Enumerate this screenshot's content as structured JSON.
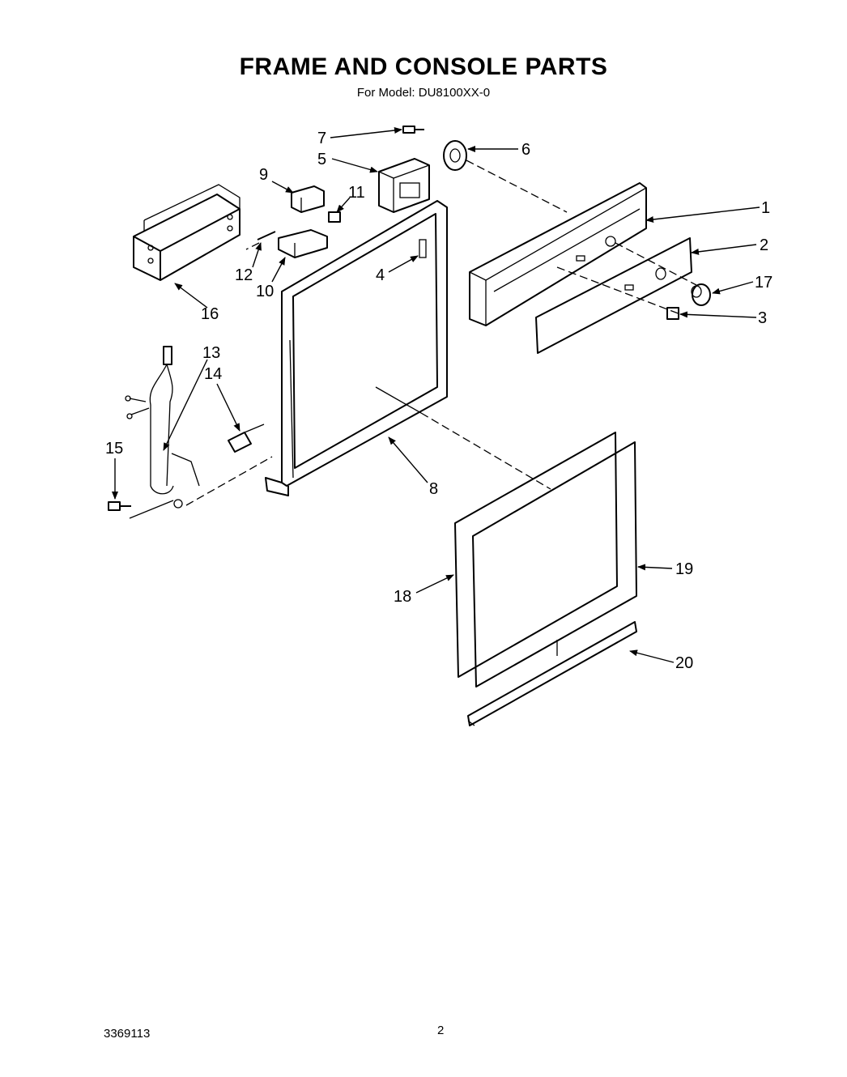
{
  "header": {
    "title": "FRAME AND CONSOLE PARTS",
    "subtitle": "For Model: DU8100XX-0"
  },
  "footer": {
    "document_number": "3369113",
    "page_number": "2"
  },
  "callouts": {
    "c1": "1",
    "c2": "2",
    "c3": "3",
    "c4": "4",
    "c5": "5",
    "c6": "6",
    "c7": "7",
    "c8": "8",
    "c9": "9",
    "c10": "10",
    "c11": "11",
    "c12": "12",
    "c13": "13",
    "c14": "14",
    "c15": "15",
    "c16": "16",
    "c17": "17",
    "c18": "18",
    "c19": "19",
    "c20": "20"
  }
}
